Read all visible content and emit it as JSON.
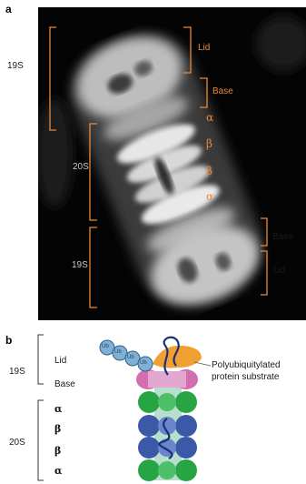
{
  "panel_a": {
    "letter": "a",
    "label_19s_top": "19S",
    "label_lid_top": "Lid",
    "label_base_top": "Base",
    "label_20s": "20S",
    "rings": [
      "α",
      "β",
      "β",
      "α"
    ],
    "label_base_bottom": "Base",
    "label_19s_bottom": "19S",
    "label_lid_bottom": "Lid"
  },
  "panel_b": {
    "letter": "b",
    "label_19s": "19S",
    "label_lid": "Lid",
    "label_base": "Base",
    "label_20s": "20S",
    "rings": [
      "α",
      "β",
      "β",
      "α"
    ],
    "ubiquitin": [
      "Ub",
      "Ub",
      "Ub",
      "Ub"
    ],
    "substrate_line1": "Polyubiquitylated",
    "substrate_line2": "protein substrate"
  },
  "colors": {
    "em_background": "#000000",
    "bracket_orange": "#e98a3c",
    "ubiquitin_blue": "#7fb0d6",
    "lid_orange": "#f0a030",
    "base_pink": "#d36fb1",
    "alpha_green": "#27a544",
    "beta_blue": "#3a5aa8",
    "substrate_navy": "#1a2f7a"
  }
}
